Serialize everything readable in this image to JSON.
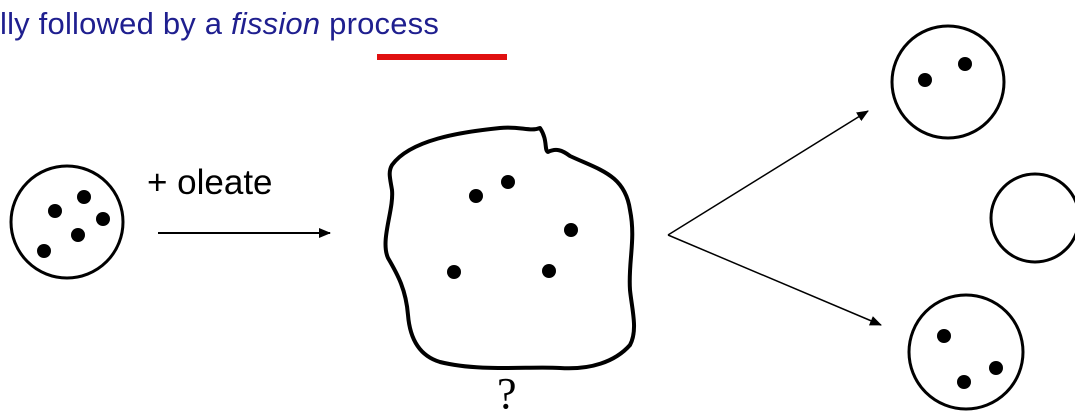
{
  "caption": {
    "prefix": "lly followed by a ",
    "emphasis": "fission",
    "suffix": " process"
  },
  "arrow_label": "+ oleate",
  "question_mark": "?",
  "colors": {
    "caption_text": "#1f1f8f",
    "underline": "#e01010",
    "ink": "#000000"
  }
}
